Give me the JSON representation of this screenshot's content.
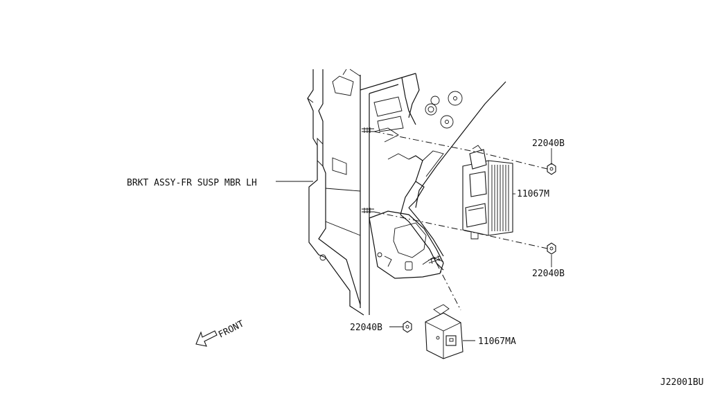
{
  "labels": {
    "bracket": "BRKT ASSY-FR SUSP MBR LH",
    "nut_top": "22040B",
    "nut_mid": "22040B",
    "nut_bottom": "22040B",
    "module_main": "11067M",
    "module_sub": "11067MA",
    "front": "FRONT",
    "diagram_id": "J22001BU"
  },
  "icons": {
    "front_arrow": "front-direction-arrow-icon"
  }
}
